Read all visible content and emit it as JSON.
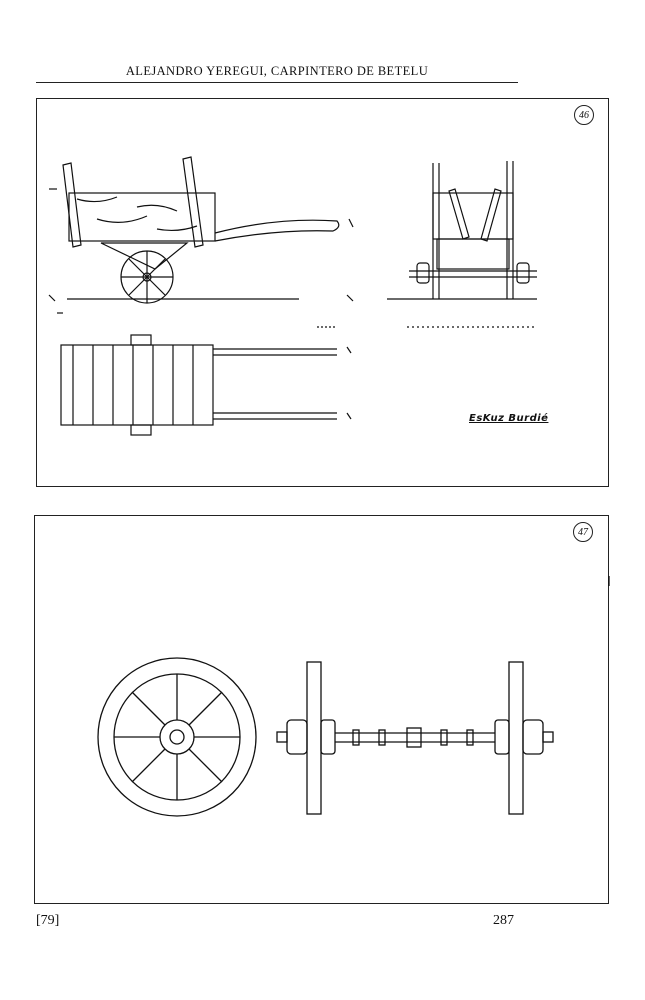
{
  "header": {
    "running_title": "ALEJANDRO YEREGUI, CARPINTERO DE BETELU"
  },
  "plates": [
    {
      "number": "46",
      "signature": "EsKuz Burdié",
      "content": "wheelbarrow-elevation-plan-and-end-views"
    },
    {
      "number": "47",
      "content": "wheel-face-and-axle-assembly"
    }
  ],
  "footer": {
    "section_ref": "[79]",
    "page_number": "287"
  }
}
